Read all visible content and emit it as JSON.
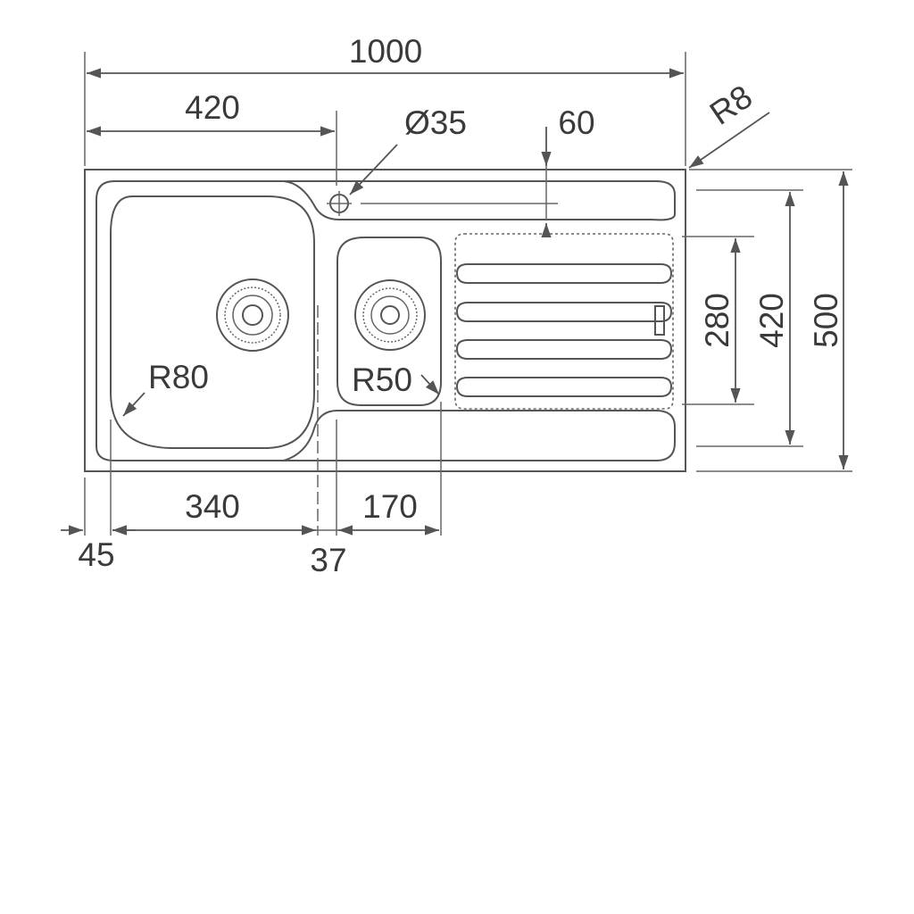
{
  "dimensions": {
    "overall_width": "1000",
    "bowl_offset": "420",
    "tap_hole": "Ø35",
    "drainer_offset": "60",
    "corner_radius": "R8",
    "drainer_depth": "280",
    "bowl_depth": "420",
    "overall_depth": "500",
    "main_bowl_radius": "R80",
    "small_bowl_radius": "R50",
    "main_bowl_width": "340",
    "small_bowl_width": "170",
    "left_margin": "45",
    "bowl_gap": "37"
  },
  "colors": {
    "line": "#555555",
    "text": "#3a3a3a",
    "background": "#ffffff"
  }
}
